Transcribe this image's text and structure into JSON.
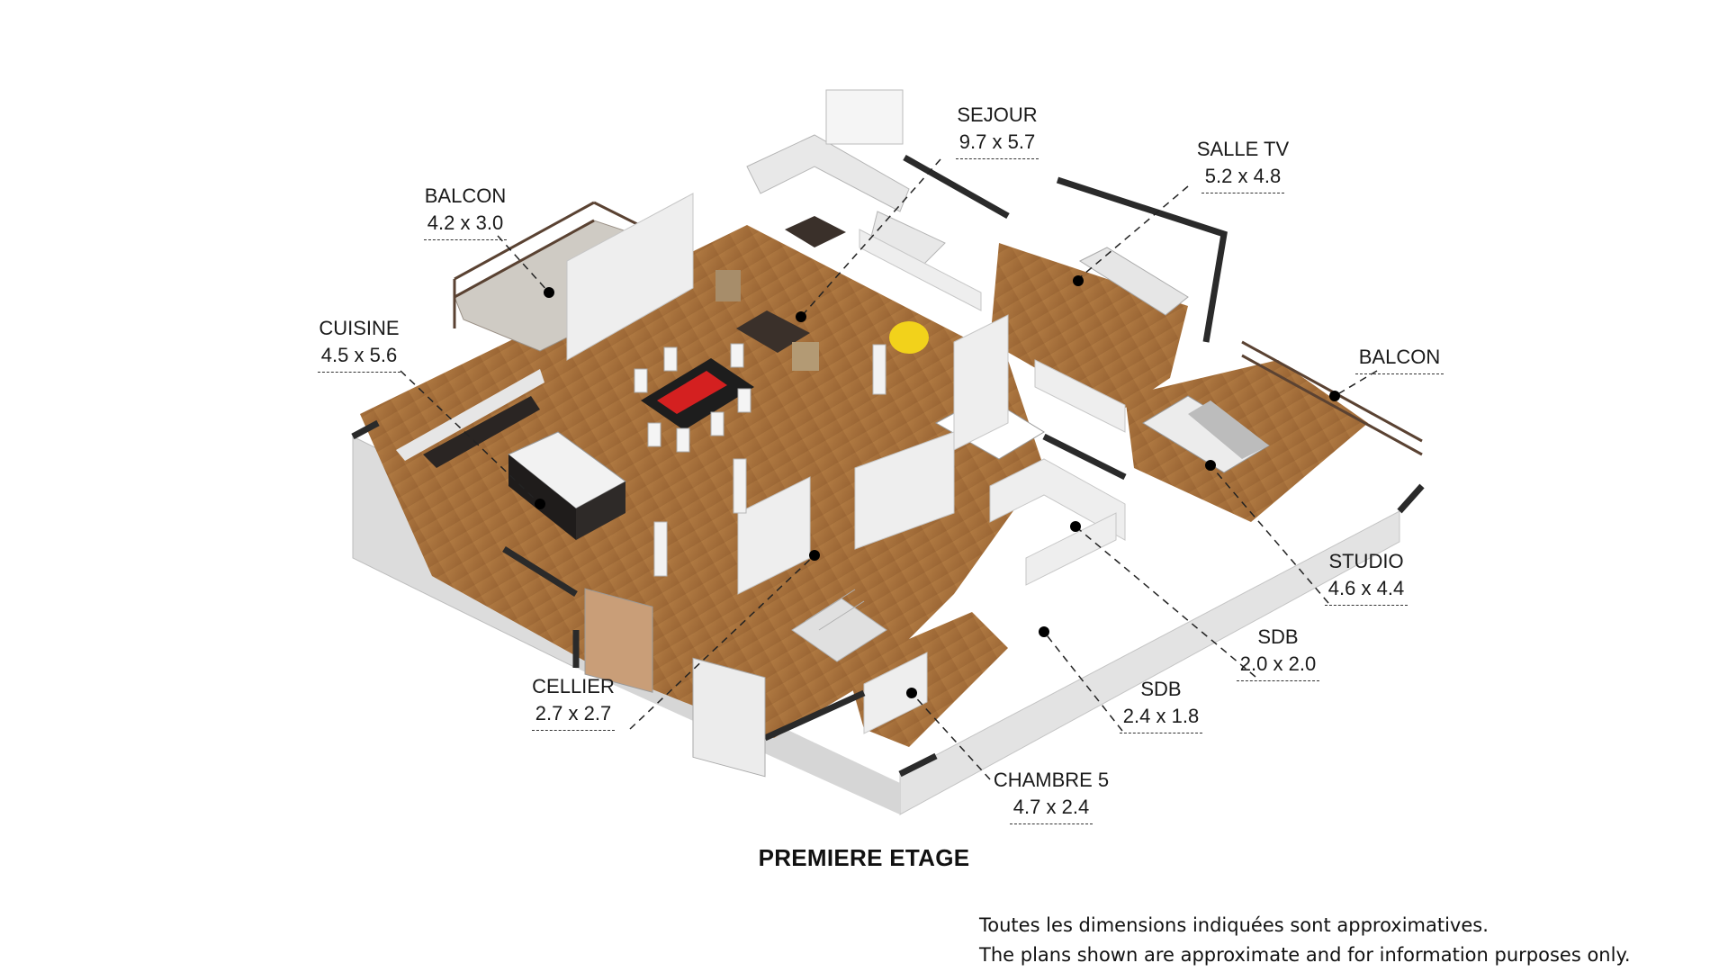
{
  "rooms": {
    "sejour": {
      "name": "SEJOUR",
      "dim": "9.7 x 5.7"
    },
    "salle_tv": {
      "name": "SALLE TV",
      "dim": "5.2 x 4.8"
    },
    "balcon_left": {
      "name": "BALCON",
      "dim": "4.2 x 3.0"
    },
    "cuisine": {
      "name": "CUISINE",
      "dim": "4.5 x 5.6"
    },
    "balcon_right": {
      "name": "BALCON"
    },
    "studio": {
      "name": "STUDIO",
      "dim": "4.6 x 4.4"
    },
    "sdb_1": {
      "name": "SDB",
      "dim": "2.0 x 2.0"
    },
    "sdb_2": {
      "name": "SDB",
      "dim": "2.4 x 1.8"
    },
    "cellier": {
      "name": "CELLIER",
      "dim": "2.7 x 2.7"
    },
    "chambre_5": {
      "name": "CHAMBRE 5",
      "dim": "4.7 x 2.4"
    }
  },
  "floor_title": "PREMIERE ETAGE",
  "disclaimer": {
    "fr": "Toutes les dimensions indiquées sont approximatives.",
    "en": "The plans shown are approximate and for information purposes only."
  },
  "colors": {
    "wood_floor": "#a8743e",
    "wall_white": "#e8e8e8",
    "wall_top_dark": "#2b2b2b",
    "table_runner": "#d42020",
    "pouf_yellow": "#f2d21b"
  }
}
